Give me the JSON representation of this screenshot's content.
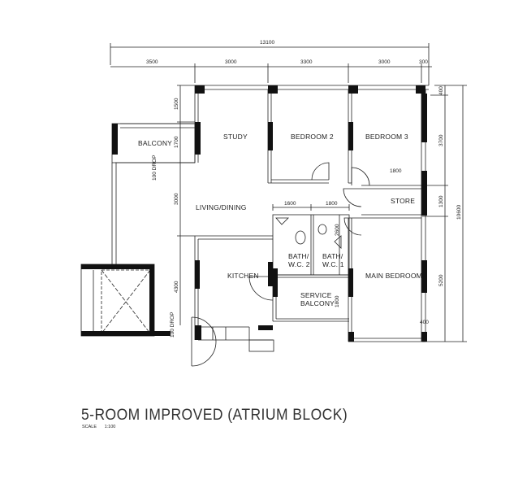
{
  "plan": {
    "title": "5-ROOM IMPROVED (ATRIUM BLOCK)",
    "scale_label": "SCALE",
    "scale_value": "1:100",
    "rooms": {
      "balcony": "BALCONY",
      "study": "STUDY",
      "bedroom2": "BEDROOM 2",
      "bedroom3": "BEDROOM 3",
      "store": "STORE",
      "living_dining": "LIVING/DINING",
      "bath2_line1": "BATH/",
      "bath2_line2": "W.C. 2",
      "bath1_line1": "BATH/",
      "bath1_line2": "W.C. 1",
      "main_bedroom": "MAIN BEDROOM",
      "kitchen": "KITCHEN",
      "service_balcony_line1": "SERVICE",
      "service_balcony_line2": "BALCONY"
    },
    "dimensions": {
      "overall_width": "13100",
      "top": [
        "3500",
        "3000",
        "3300",
        "3000",
        "300"
      ],
      "left": [
        "1500",
        "1700",
        "3000",
        "4300"
      ],
      "right": [
        "400",
        "3700",
        "1300",
        "5200"
      ],
      "overall_depth": "10600",
      "store_width": "1800",
      "bath2_width": "1600",
      "bath1_width": "1800",
      "bath1_depth": "2600",
      "service_balcony_depth": "1800",
      "main_bedroom_ledge": "400",
      "balcony_drop": "100 DROP",
      "entry_drop": "100 DROP"
    }
  }
}
